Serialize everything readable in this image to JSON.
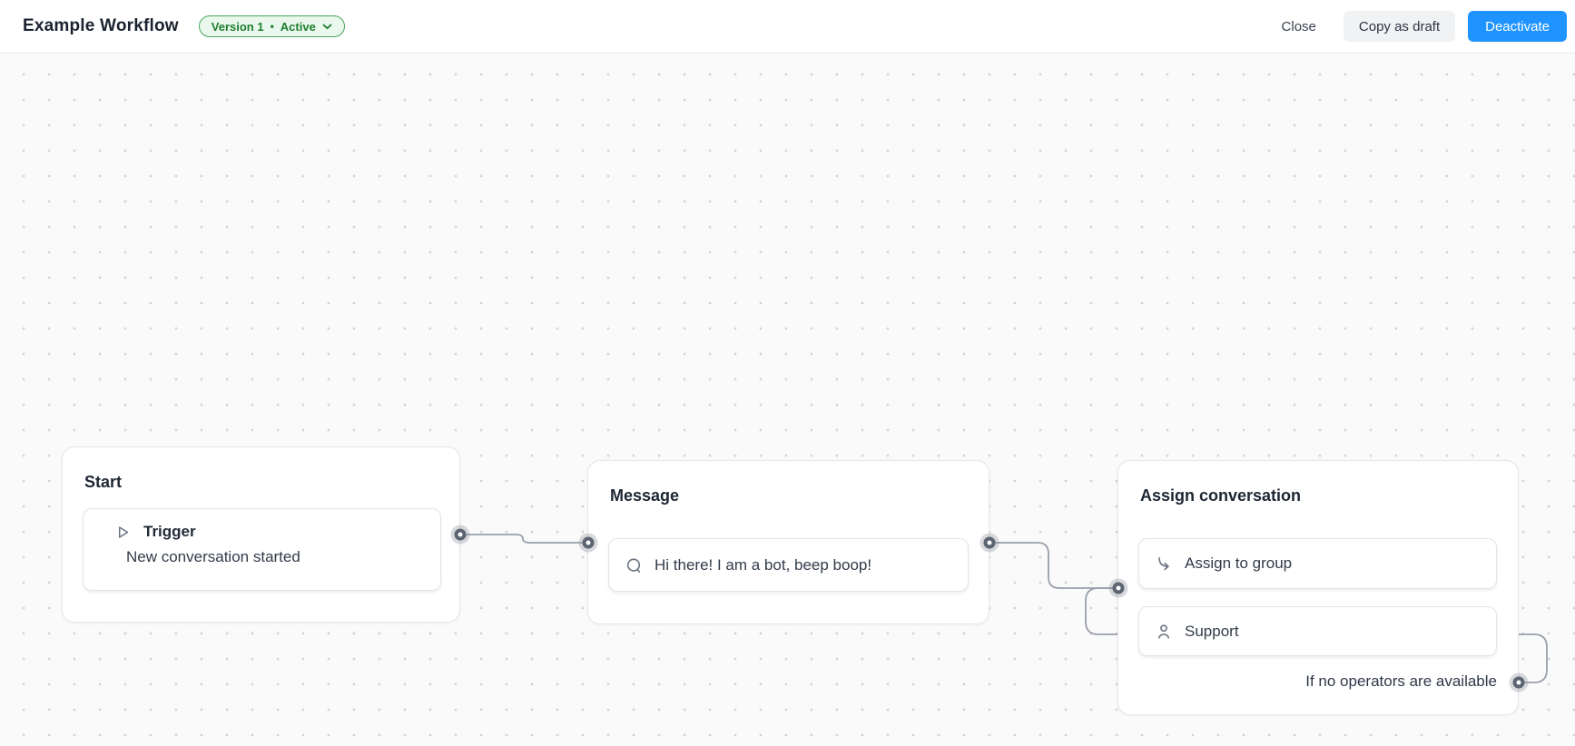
{
  "header": {
    "title": "Example Workflow",
    "version_badge": {
      "version": "Version 1",
      "separator": "•",
      "status": "Active"
    },
    "close_label": "Close",
    "copy_as_draft_label": "Copy as draft",
    "deactivate_label": "Deactivate"
  },
  "nodes": {
    "start": {
      "title": "Start",
      "trigger_title": "Trigger",
      "trigger_subtitle": "New conversation started"
    },
    "message": {
      "title": "Message",
      "message_text": "Hi there! I am a bot, beep boop!"
    },
    "assign": {
      "title": "Assign conversation",
      "action_label": "Assign to group",
      "team_label": "Support",
      "fallback_label": "If no operators are available"
    }
  },
  "icons": {
    "badge_chevron": "chevron-down-icon",
    "trigger": "play-icon",
    "message": "chat-bubble-icon",
    "assign_action": "arrow-hook-right-icon",
    "team": "person-icon"
  },
  "colors": {
    "accent_blue": "#1f93ff",
    "badge_green_text": "#1e7e2f",
    "badge_green_bg": "#eaf7ec",
    "badge_green_border": "#48a659",
    "edge_gray": "#99a0aa",
    "ring_border": "#5b6470",
    "canvas_bg": "#fafafa",
    "text_dark": "#1d2634"
  }
}
